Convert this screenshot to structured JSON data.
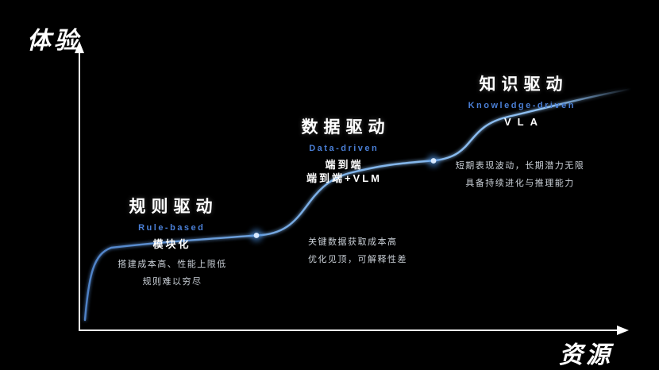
{
  "axes": {
    "y_label": "体验",
    "x_label": "资源"
  },
  "stages": [
    {
      "title": "规则驱动",
      "subtitle_en": "Rule-based",
      "tech": [
        "模块化"
      ],
      "notes": [
        "搭建成本高、性能上限低",
        "规则难以穷尽"
      ]
    },
    {
      "title": "数据驱动",
      "subtitle_en": "Data-driven",
      "tech": [
        "端到端",
        "端到端+VLM"
      ],
      "notes": [
        "关键数据获取成本高",
        "优化见顶，可解释性差"
      ]
    },
    {
      "title": "知识驱动",
      "subtitle_en": "Knowledge-driven",
      "tech": [
        "VLA"
      ],
      "notes": [
        "短期表现波动，长期潜力无限",
        "具备持续进化与推理能力"
      ]
    }
  ],
  "colors": {
    "background": "#000000",
    "curve": "#7fb2e8",
    "accent_blue": "#4a7fd6",
    "text": "#ffffff"
  }
}
